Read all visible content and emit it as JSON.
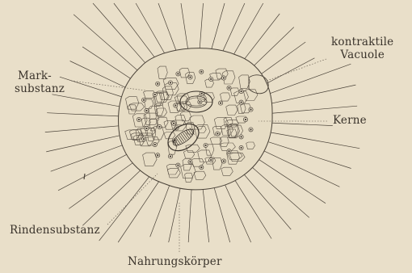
{
  "labels": {
    "markstubstanz": [
      "Mark-",
      "substanz"
    ],
    "kontraktile_vacuole": [
      "kontraktile",
      "Vacuole"
    ],
    "kerne": "Kerne",
    "rindensubstanz": "Rindensubstanz",
    "nahrungskoerper": "Nahrungskörper"
  },
  "colors": {
    "paper": "#e9dfc9",
    "ink": "#3a332b"
  }
}
